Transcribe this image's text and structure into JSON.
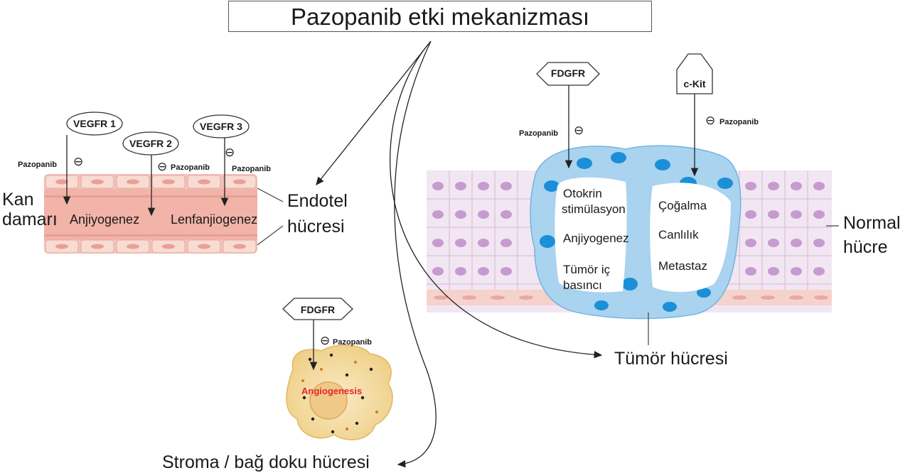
{
  "title": "Pazopanib etki mekanizması",
  "colors": {
    "vessel": "#f2b8ae",
    "vessel_cell": "#f7cfc6",
    "normal_cell": "#f3e9f4",
    "normal_nucleus": "#c79bd0",
    "tumor": "#a8d4f0",
    "tumor_nucleus": "#1a8fd6",
    "stroma": "#f2dba0",
    "accent_red": "#e8242b"
  },
  "receptors": {
    "vegfr1": "VEGFR 1",
    "vegfr2": "VEGFR 2",
    "vegfr3": "VEGFR 3",
    "fdgfr_tumor": "FDGFR",
    "ckit": "c-Kit",
    "fdgfr_stroma": "FDGFR"
  },
  "drug": "Pazopanib",
  "inhibit_symbol": "⊖",
  "labels": {
    "kan_damari_1": "Kan",
    "kan_damari_2": "damarı",
    "anjiyogenez": "Anjiyogenez",
    "lenfanjiogenez": "Lenfanjiogenez",
    "endotel_1": "Endotel",
    "endotel_2": "hücresi",
    "normal_1": "Normal",
    "normal_2": "hücre",
    "tumor_cell": "Tümör hücresi",
    "stroma_cell": "Stroma / bağ doku hücresi",
    "angiogenesis": "Angiogenesis"
  },
  "tumor_left_effects": [
    "Otokrin",
    "stimülasyon",
    "Anjiyogenez",
    "Tümör iç",
    "basıncı"
  ],
  "tumor_right_effects": [
    "Çoğalma",
    "Canlılık",
    "Metastaz"
  ]
}
